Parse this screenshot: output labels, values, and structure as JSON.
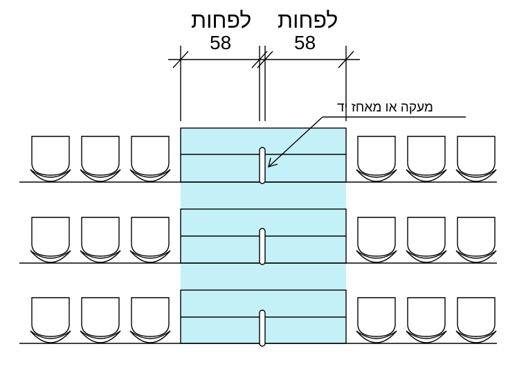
{
  "labels": {
    "min_left": "לפחות",
    "min_right": "לפחות",
    "dim_left": "58",
    "dim_right": "58",
    "handrail_note": "מעקה או מאחז יד"
  },
  "colors": {
    "aisle_fill": "#c4f1f7",
    "line": "#000000"
  },
  "diagram": {
    "rows": 3,
    "seats_left_per_row": 3,
    "seats_right_per_row": 3
  }
}
